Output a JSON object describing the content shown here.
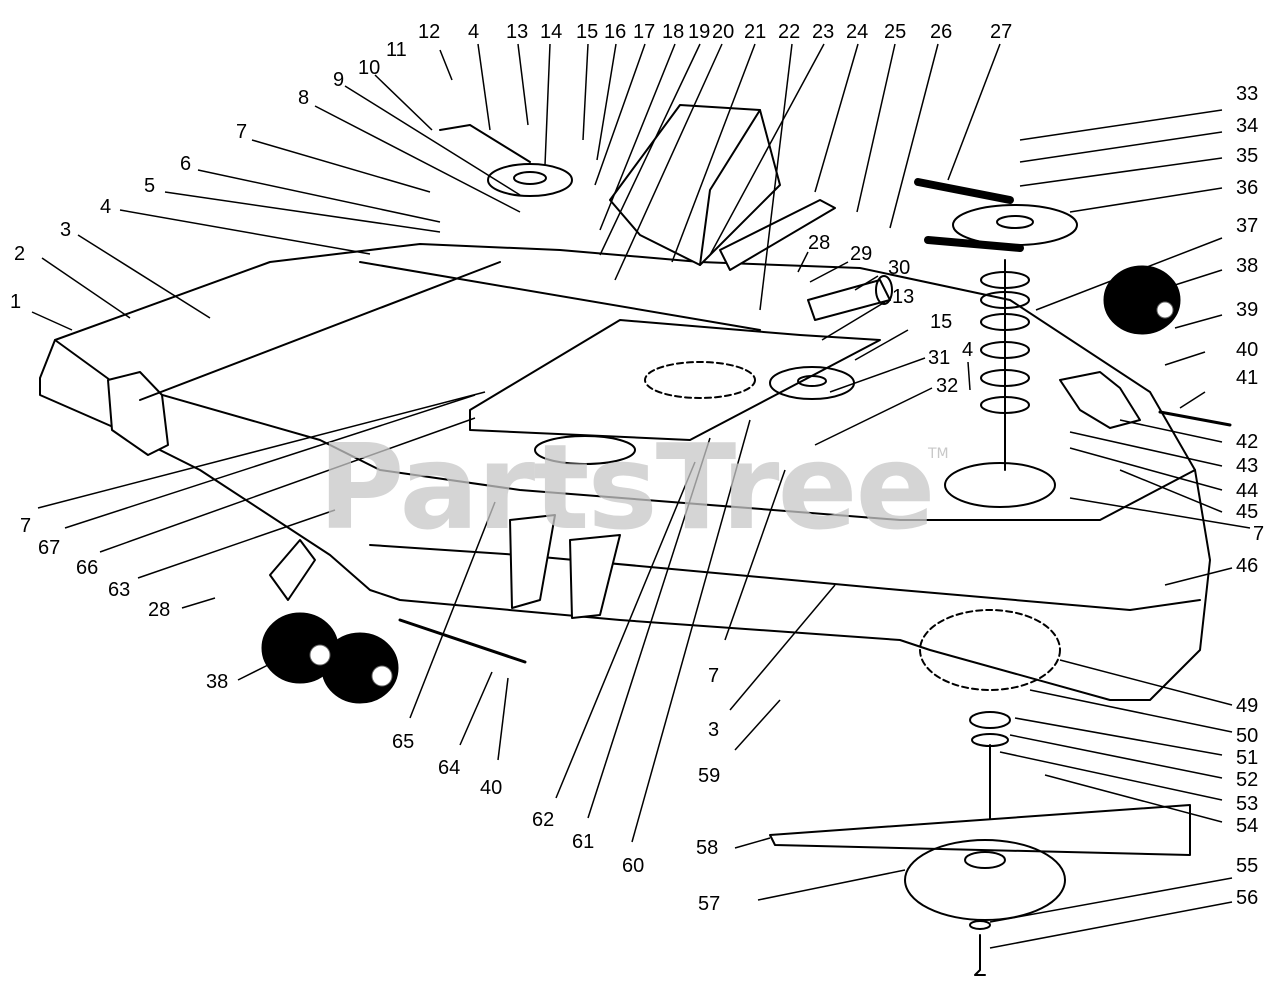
{
  "watermark": {
    "text": "PartsTree",
    "mark": "TM"
  },
  "callouts": [
    {
      "id": "c1",
      "text": "1"
    },
    {
      "id": "c2",
      "text": "2"
    },
    {
      "id": "c3",
      "text": "3"
    },
    {
      "id": "c4a",
      "text": "4"
    },
    {
      "id": "c5",
      "text": "5"
    },
    {
      "id": "c6",
      "text": "6"
    },
    {
      "id": "c7a",
      "text": "7"
    },
    {
      "id": "c8",
      "text": "8"
    },
    {
      "id": "c9",
      "text": "9"
    },
    {
      "id": "c10",
      "text": "10"
    },
    {
      "id": "c11",
      "text": "11"
    },
    {
      "id": "c12",
      "text": "12"
    },
    {
      "id": "c4b",
      "text": "4"
    },
    {
      "id": "c13a",
      "text": "13"
    },
    {
      "id": "c14",
      "text": "14"
    },
    {
      "id": "c15a",
      "text": "15"
    },
    {
      "id": "c16",
      "text": "16"
    },
    {
      "id": "c17",
      "text": "17"
    },
    {
      "id": "c18",
      "text": "18"
    },
    {
      "id": "c19",
      "text": "19"
    },
    {
      "id": "c20",
      "text": "20"
    },
    {
      "id": "c21",
      "text": "21"
    },
    {
      "id": "c22",
      "text": "22"
    },
    {
      "id": "c23",
      "text": "23"
    },
    {
      "id": "c24",
      "text": "24"
    },
    {
      "id": "c25",
      "text": "25"
    },
    {
      "id": "c26",
      "text": "26"
    },
    {
      "id": "c27",
      "text": "27"
    },
    {
      "id": "c28a",
      "text": "28"
    },
    {
      "id": "c29",
      "text": "29"
    },
    {
      "id": "c30",
      "text": "30"
    },
    {
      "id": "c13b",
      "text": "13"
    },
    {
      "id": "c15b",
      "text": "15"
    },
    {
      "id": "c31",
      "text": "31"
    },
    {
      "id": "c4c",
      "text": "4"
    },
    {
      "id": "c32",
      "text": "32"
    },
    {
      "id": "c33",
      "text": "33"
    },
    {
      "id": "c34",
      "text": "34"
    },
    {
      "id": "c35",
      "text": "35"
    },
    {
      "id": "c36",
      "text": "36"
    },
    {
      "id": "c37",
      "text": "37"
    },
    {
      "id": "c38a",
      "text": "38"
    },
    {
      "id": "c39",
      "text": "39"
    },
    {
      "id": "c40a",
      "text": "40"
    },
    {
      "id": "c41",
      "text": "41"
    },
    {
      "id": "c42",
      "text": "42"
    },
    {
      "id": "c43",
      "text": "43"
    },
    {
      "id": "c44",
      "text": "44"
    },
    {
      "id": "c45",
      "text": "45"
    },
    {
      "id": "c7b",
      "text": "7"
    },
    {
      "id": "c46",
      "text": "46"
    },
    {
      "id": "c49",
      "text": "49"
    },
    {
      "id": "c50",
      "text": "50"
    },
    {
      "id": "c51",
      "text": "51"
    },
    {
      "id": "c52",
      "text": "52"
    },
    {
      "id": "c53",
      "text": "53"
    },
    {
      "id": "c54",
      "text": "54"
    },
    {
      "id": "c55",
      "text": "55"
    },
    {
      "id": "c56",
      "text": "56"
    },
    {
      "id": "c57",
      "text": "57"
    },
    {
      "id": "c58",
      "text": "58"
    },
    {
      "id": "c59",
      "text": "59"
    },
    {
      "id": "c3b",
      "text": "3"
    },
    {
      "id": "c7c",
      "text": "7"
    },
    {
      "id": "c60",
      "text": "60"
    },
    {
      "id": "c61",
      "text": "61"
    },
    {
      "id": "c62",
      "text": "62"
    },
    {
      "id": "c40b",
      "text": "40"
    },
    {
      "id": "c64",
      "text": "64"
    },
    {
      "id": "c65",
      "text": "65"
    },
    {
      "id": "c38b",
      "text": "38"
    },
    {
      "id": "c28b",
      "text": "28"
    },
    {
      "id": "c63",
      "text": "63"
    },
    {
      "id": "c66",
      "text": "66"
    },
    {
      "id": "c67",
      "text": "67"
    },
    {
      "id": "c7d",
      "text": "7"
    }
  ]
}
